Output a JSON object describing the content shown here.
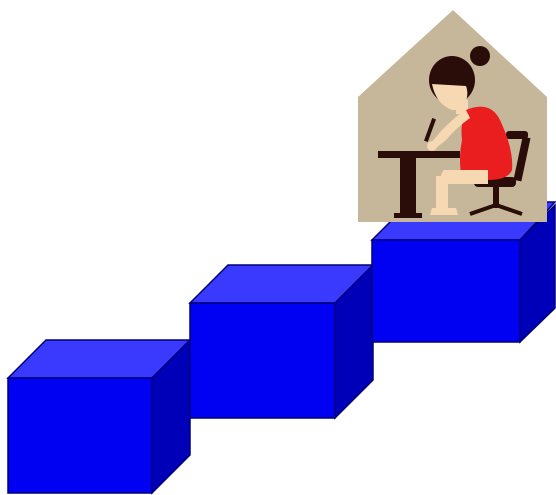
{
  "colors": {
    "background": "#ffffff",
    "cube_top": "#3a3aff",
    "cube_front": "#0000f2",
    "cube_side": "#0000b8",
    "cube_outline": "#00007a",
    "house_fill": "#c6b79a",
    "figure_dark": "#2a0c08",
    "figure_red": "#ea1e1e",
    "figure_skin": "#f6d8b2",
    "furniture_dark": "#2a0c08"
  },
  "scene": {
    "steps": [
      {
        "name": "step-1"
      },
      {
        "name": "step-2"
      },
      {
        "name": "step-3"
      }
    ],
    "house_icon": "house-with-girl-studying-icon"
  }
}
